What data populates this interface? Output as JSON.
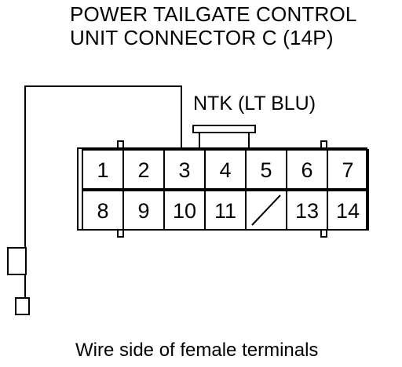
{
  "title": {
    "line1": "POWER TAILGATE CONTROL",
    "line2": "UNIT CONNECTOR C (14P)"
  },
  "wire_label": "NTK (LT BLU)",
  "connector": {
    "top_row": [
      "1",
      "2",
      "3",
      "4",
      "5",
      "6",
      "7"
    ],
    "bottom_row": [
      "8",
      "9",
      "10",
      "11",
      "",
      "13",
      "14"
    ],
    "empty_cavity_index": 4,
    "highlighted_terminal": "3"
  },
  "caption": "Wire side of female terminals",
  "colors": {
    "line": "#000000",
    "background": "#ffffff"
  }
}
